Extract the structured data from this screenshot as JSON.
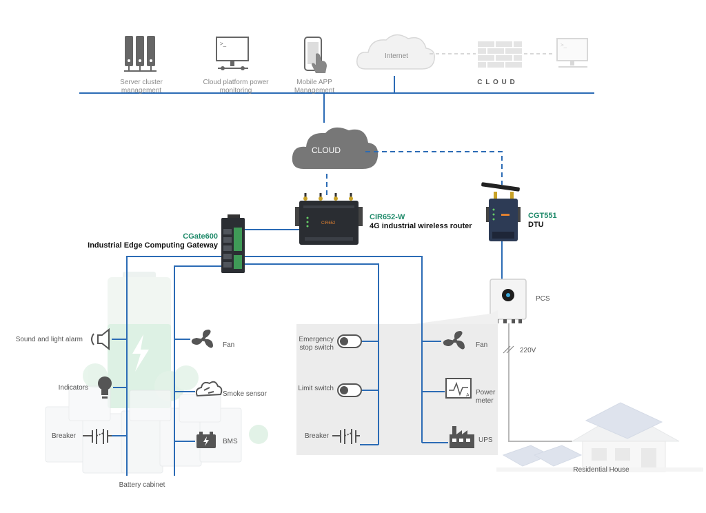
{
  "top": {
    "server_cluster": "Server cluster management",
    "cloud_platform": "Cloud platform power monitoring",
    "mobile_app": "Mobile APP Management",
    "internet": "Internet",
    "cloud_word": "C L O U D"
  },
  "middle": {
    "cloud": "CLOUD",
    "router_name": "CIR652-W",
    "router_desc": "4G industrial wireless router",
    "router_badge": "CIR652",
    "dtu_name": "CGT551",
    "dtu_desc": "DTU",
    "gateway_name": "CGate600",
    "gateway_desc": "Industrial Edge Computing Gateway",
    "pcs": "PCS",
    "voltage": "220V"
  },
  "left_devices": {
    "sound_alarm": "Sound and light alarm",
    "indicators": "Indicators",
    "breaker": "Breaker",
    "fan": "Fan",
    "smoke": "Smoke sensor",
    "bms": "BMS",
    "battery_cabinet": "Battery cabinet"
  },
  "panel": {
    "emergency_l1": "Emergency",
    "emergency_l2": "stop switch",
    "limit": "Limit switch",
    "breaker": "Breaker",
    "fan": "Fan",
    "power_l1": "Power",
    "power_l2": "meter",
    "ups": "UPS"
  },
  "house": "Residential House",
  "colors": {
    "bus": "#2b6bb5",
    "accent_green": "#1f8a6a",
    "icon_grey": "#555555"
  }
}
